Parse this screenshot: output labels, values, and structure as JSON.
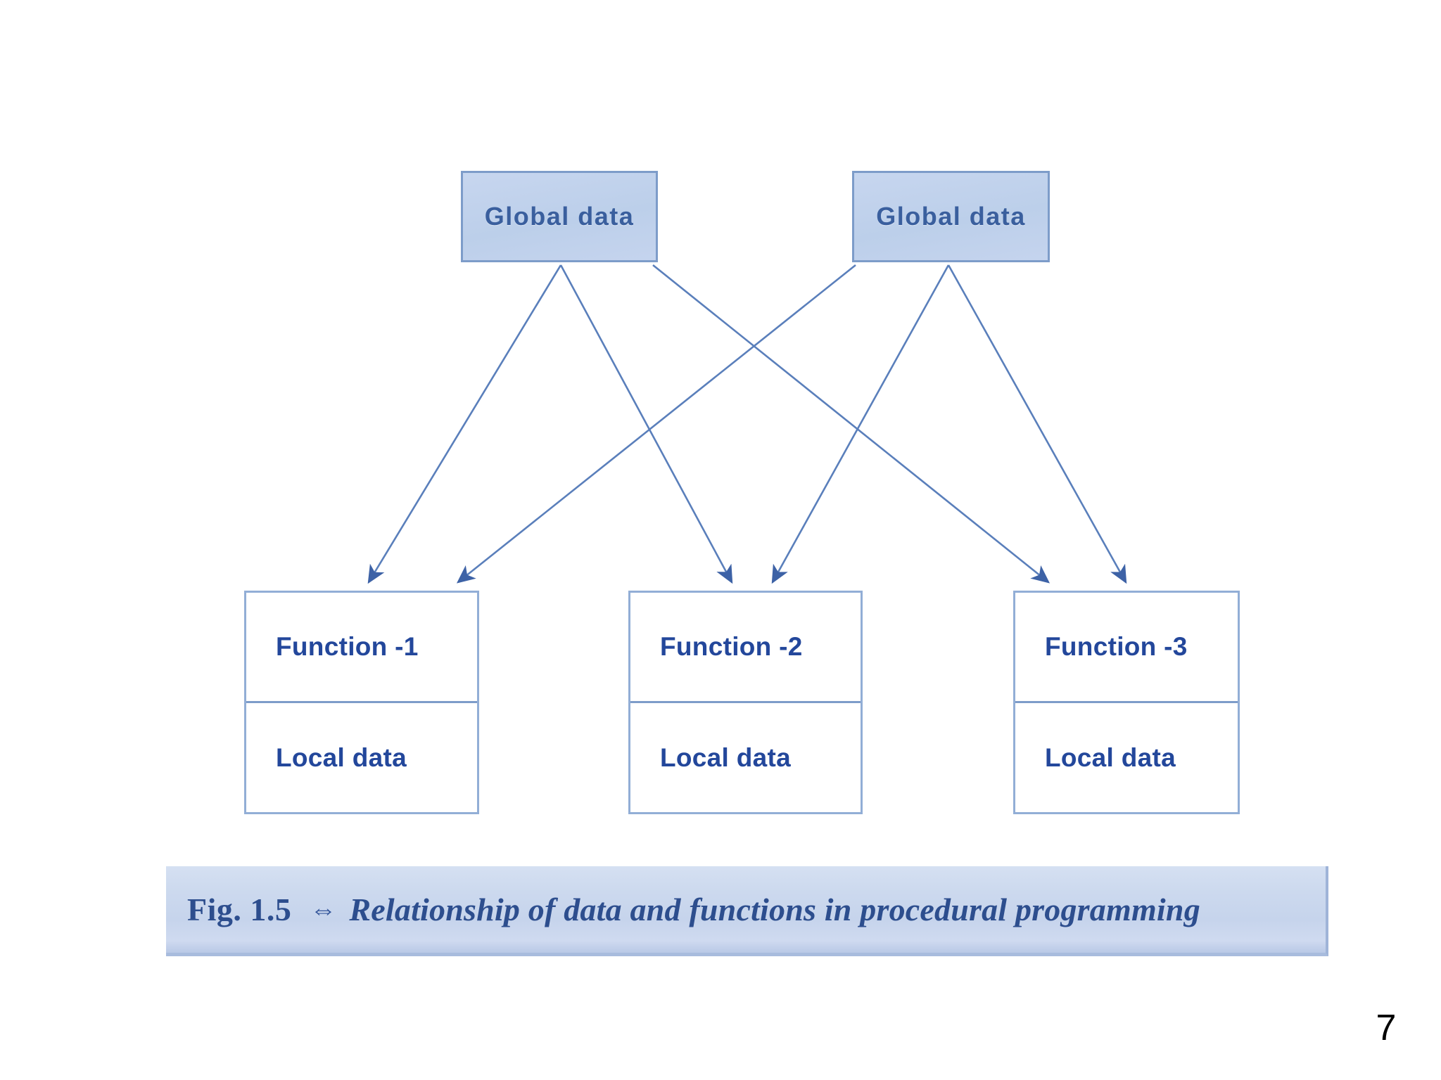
{
  "page": {
    "number": "7",
    "background_color": "#ffffff"
  },
  "figure": {
    "caption": {
      "figure_number": "Fig. 1.5",
      "symbol": "⇔",
      "title": "Relationship of data and functions in procedural programming",
      "band_color": "#c9d7ee",
      "text_color": "#2d4e8e"
    },
    "colors": {
      "global_box_fill": "#c1d2ec",
      "global_box_border": "#7d9cc9",
      "global_box_text": "#3a5f9e",
      "function_box_fill": "#ffffff",
      "function_box_border": "#92aed6",
      "function_box_text": "#23479b",
      "arrow_color": "#4a6fae"
    },
    "global_boxes": [
      {
        "id": "global-1",
        "label": "Global  data"
      },
      {
        "id": "global-2",
        "label": "Global  data"
      }
    ],
    "function_boxes": [
      {
        "id": "func-1",
        "function_label": "Function -1",
        "local_label": "Local data"
      },
      {
        "id": "func-2",
        "function_label": "Function -2",
        "local_label": "Local data"
      },
      {
        "id": "func-3",
        "function_label": "Function -3",
        "local_label": "Local data"
      }
    ],
    "connections": [
      {
        "from": "global-1",
        "to": "func-1"
      },
      {
        "from": "global-1",
        "to": "func-2"
      },
      {
        "from": "global-1",
        "to": "func-3"
      },
      {
        "from": "global-2",
        "to": "func-1"
      },
      {
        "from": "global-2",
        "to": "func-2"
      },
      {
        "from": "global-2",
        "to": "func-3"
      }
    ]
  }
}
